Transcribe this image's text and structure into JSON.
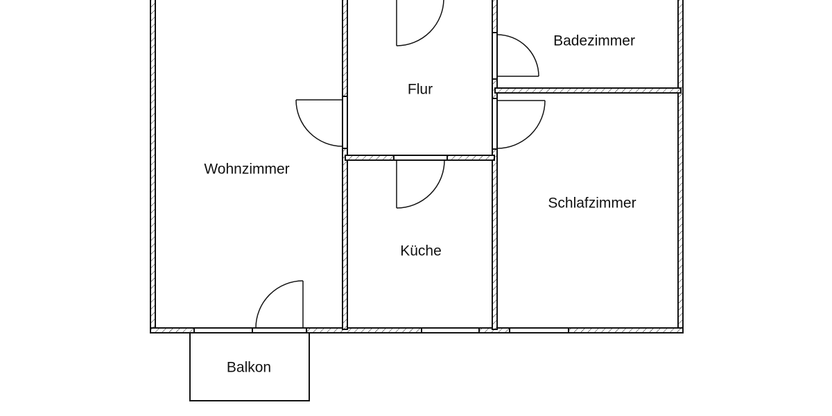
{
  "diagram": {
    "type": "floor-plan",
    "colors": {
      "line": "#111111",
      "background": "#ffffff",
      "text": "#111111"
    },
    "rooms": [
      {
        "id": "wohnzimmer",
        "label": "Wohnzimmer"
      },
      {
        "id": "flur",
        "label": "Flur"
      },
      {
        "id": "badezimmer",
        "label": "Badezimmer"
      },
      {
        "id": "kueche",
        "label": "Küche"
      },
      {
        "id": "schlafzimmer",
        "label": "Schlafzimmer"
      },
      {
        "id": "balkon",
        "label": "Balkon"
      }
    ],
    "doors": [
      {
        "id": "flur-entrance",
        "between": [
          "Flur",
          "outside"
        ]
      },
      {
        "id": "wohnzimmer-flur",
        "between": [
          "Wohnzimmer",
          "Flur"
        ]
      },
      {
        "id": "badezimmer-flur",
        "between": [
          "Badezimmer",
          "Flur"
        ]
      },
      {
        "id": "schlafzimmer-flur",
        "between": [
          "Schlafzimmer",
          "Flur"
        ]
      },
      {
        "id": "kueche-flur",
        "between": [
          "Küche",
          "Flur"
        ]
      },
      {
        "id": "wohnzimmer-balkon",
        "between": [
          "Wohnzimmer",
          "Balkon"
        ]
      }
    ],
    "windows": [
      {
        "id": "wohnzimmer-window",
        "room": "Wohnzimmer"
      },
      {
        "id": "kueche-window",
        "room": "Küche"
      },
      {
        "id": "schlafzimmer-window",
        "room": "Schlafzimmer"
      }
    ]
  }
}
